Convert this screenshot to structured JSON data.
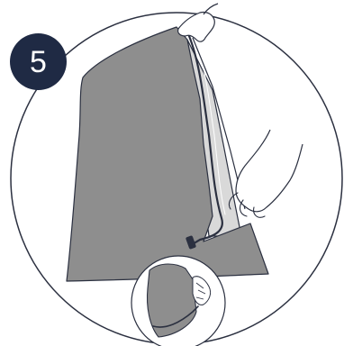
{
  "step": {
    "number": "5"
  },
  "colors": {
    "badge_background": "#1f2a44",
    "badge_text": "#ffffff",
    "outline": "#2b3040",
    "fabric_dark": "#8e8e8e",
    "fabric_light": "#d9d9d9",
    "skin": "#ffffff",
    "background": "#ffffff"
  },
  "icons": {
    "main_scene": "hands-pulling-cover-illustration",
    "detail_inset": "zipper-detail-inset-illustration"
  }
}
